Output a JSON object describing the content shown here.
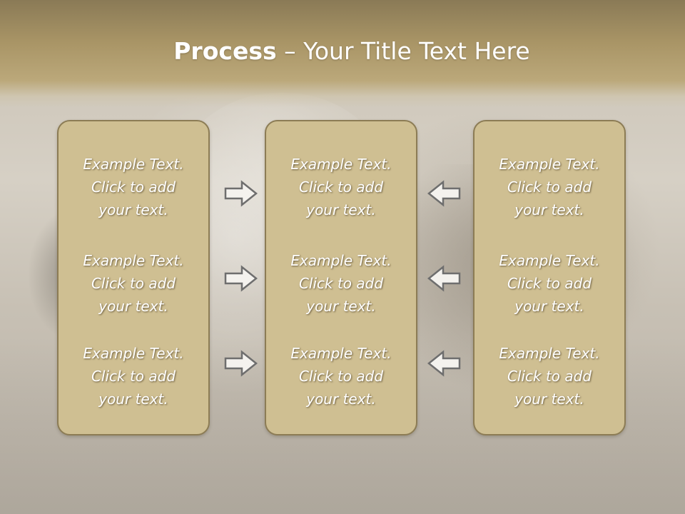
{
  "slide": {
    "title_bold": "Process",
    "title_separator": " – ",
    "title_rest": "Your Title Text Here"
  },
  "panels": [
    {
      "blocks": [
        {
          "line1": "Example Text.",
          "line2": "Click  to add",
          "line3": "your text."
        },
        {
          "line1": "Example Text.",
          "line2": "Click  to add",
          "line3": "your text."
        },
        {
          "line1": "Example Text.",
          "line2": "Click  to add",
          "line3": "your text."
        }
      ]
    },
    {
      "blocks": [
        {
          "line1": "Example Text.",
          "line2": "Click  to add",
          "line3": "your text."
        },
        {
          "line1": "Example Text.",
          "line2": "Click  to add",
          "line3": "your text."
        },
        {
          "line1": "Example Text.",
          "line2": "Click  to add",
          "line3": "your text."
        }
      ]
    },
    {
      "blocks": [
        {
          "line1": "Example Text.",
          "line2": "Click  to add",
          "line3": "your text."
        },
        {
          "line1": "Example Text.",
          "line2": "Click  to add",
          "line3": "your text."
        },
        {
          "line1": "Example Text.",
          "line2": "Click  to add",
          "line3": "your text."
        }
      ]
    }
  ],
  "arrows": {
    "left_column": [
      "arrow-right-icon",
      "arrow-right-icon",
      "arrow-right-icon"
    ],
    "right_column": [
      "arrow-left-icon",
      "arrow-left-icon",
      "arrow-left-icon"
    ]
  },
  "colors": {
    "header": "#a99566",
    "panel_fill": "#cfbf92",
    "panel_border": "#8c7c55",
    "text": "#ffffff",
    "arrow_stroke": "#6e6e6e"
  }
}
